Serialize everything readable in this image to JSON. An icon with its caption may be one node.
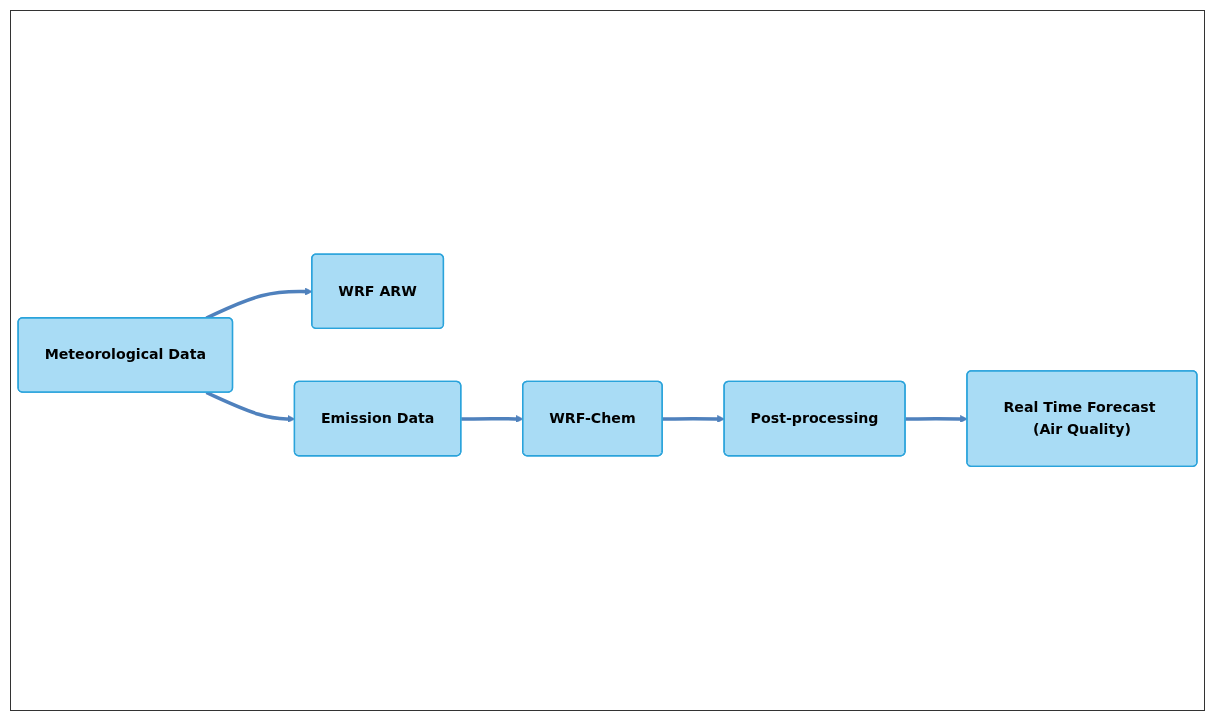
{
  "diagram": {
    "nodes": [
      {
        "text": [
          "Meteorological Data"
        ]
      },
      {
        "text": [
          "WRF ARW"
        ]
      },
      {
        "text": [
          "Emission Data"
        ]
      },
      {
        "text": [
          "WRF-Chem"
        ]
      },
      {
        "text": [
          "Post-processing"
        ]
      },
      {
        "text": [
          "Real Time Forecast (Air Quality)"
        ]
      }
    ],
    "edges": [
      {
        "from": 0,
        "to": 1,
        "arrow": "to"
      },
      {
        "from": 0,
        "to": 2,
        "arrow": "to"
      },
      {
        "from": 2,
        "to": 3,
        "arrow": "to"
      },
      {
        "from": 3,
        "to": 4,
        "arrow": "to"
      },
      {
        "from": 4,
        "to": 5,
        "arrow": "to"
      }
    ]
  }
}
